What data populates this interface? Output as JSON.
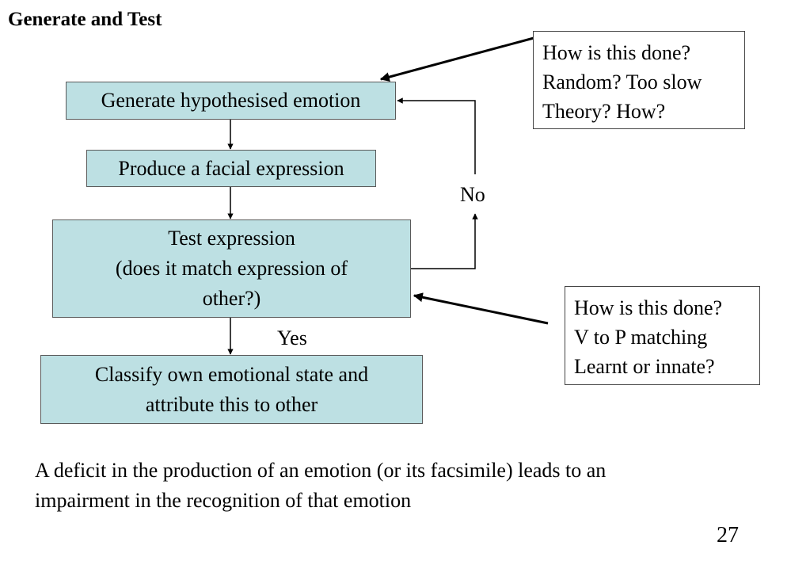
{
  "slide": {
    "title": "Generate and Test",
    "page_number": "27"
  },
  "flowchart": {
    "generate": "Generate hypothesised emotion",
    "produce": "Produce a facial expression",
    "test": {
      "lines": [
        "Test expression",
        "(does it match expression of",
        "other?)"
      ]
    },
    "classify": {
      "lines": [
        "Classify own emotional state and",
        "attribute this to other"
      ]
    },
    "label_no": "No",
    "label_yes": "Yes"
  },
  "notes": {
    "top": {
      "lines": [
        "How is this done?",
        "Random? Too slow",
        "Theory? How?"
      ]
    },
    "bottom": {
      "lines": [
        "How is this done?",
        "V to P matching",
        "Learnt or innate?"
      ]
    }
  },
  "footer": {
    "lines": [
      "A deficit in the production of an emotion (or its facsimile) leads to an",
      "impairment in the recognition of that emotion"
    ]
  }
}
